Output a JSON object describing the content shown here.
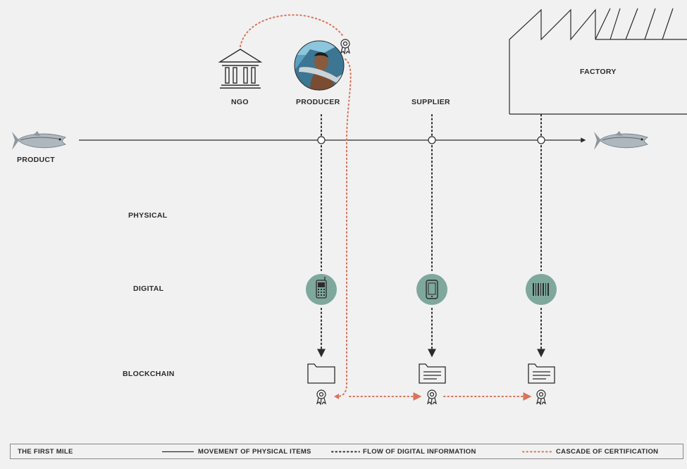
{
  "labels": {
    "ngo": "NGO",
    "producer": "PRODUCER",
    "supplier": "SUPPLIER",
    "factory": "FACTORY",
    "product": "PRODUCT",
    "physical": "PHYSICAL",
    "digital": "DIGITAL",
    "blockchain": "BLOCKCHAIN"
  },
  "legend": {
    "title": "THE FIRST MILE",
    "physical_items": "MOVEMENT OF PHYSICAL ITEMS",
    "digital_info": "FLOW OF DIGITAL INFORMATION",
    "certification": "CASCADE OF CERTIFICATION"
  },
  "colors": {
    "background": "#f1f1f1",
    "line": "#2b2b2b",
    "certification": "#d9735a",
    "digital_circle": "#7fa89d"
  },
  "icons": {
    "ngo": "bank-building-icon",
    "producer": "producer-photo",
    "factory": "factory-outline",
    "product": "tuna-fish-icon",
    "producer_device": "feature-phone-icon",
    "supplier_device": "smartphone-icon",
    "factory_device": "barcode-icon",
    "ledger": "folder-document-icon",
    "certificate": "award-badge-icon"
  }
}
